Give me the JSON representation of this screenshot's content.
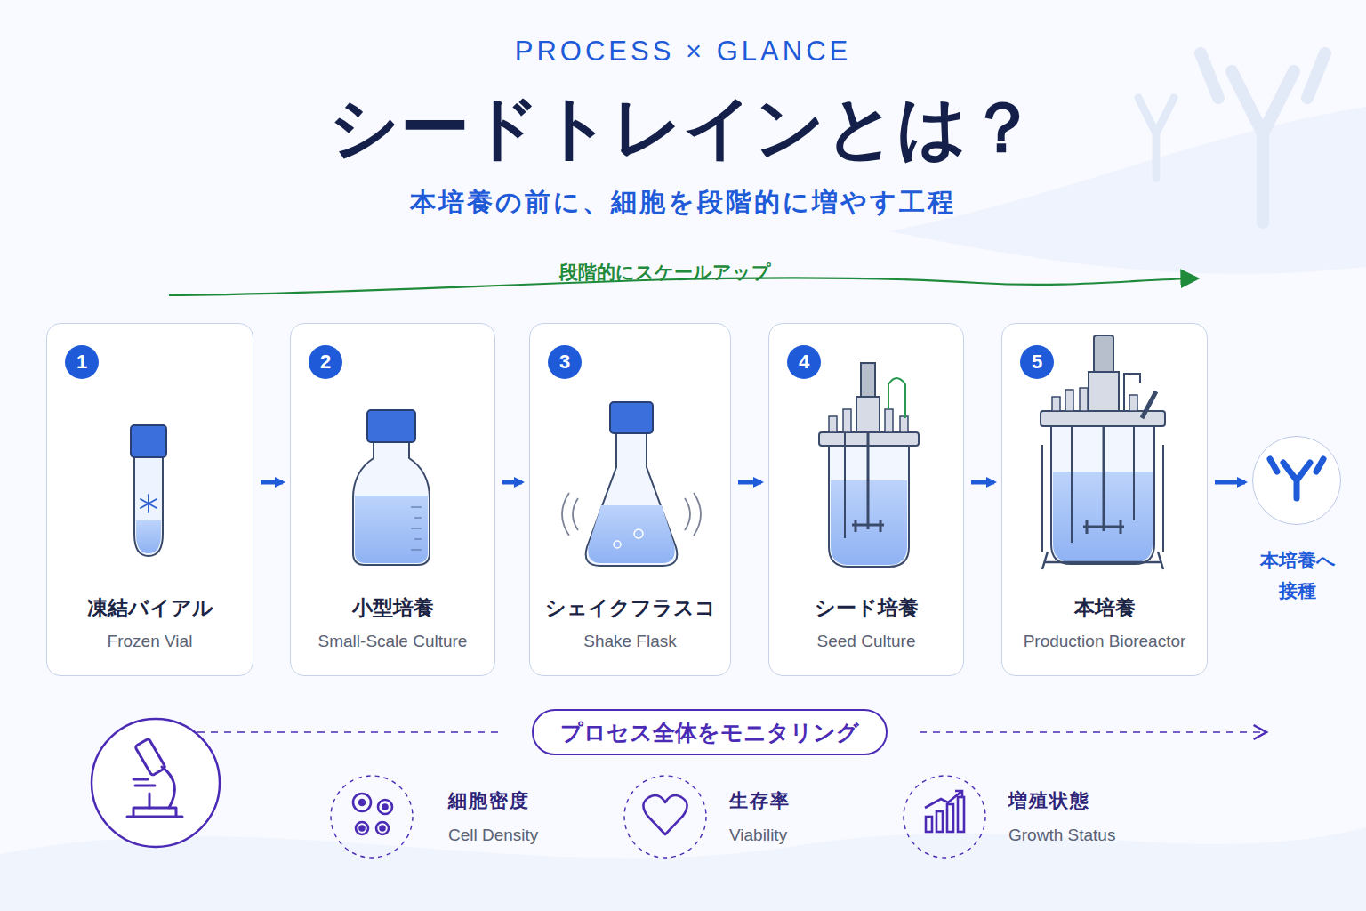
{
  "diagram": {
    "title": "シードトレインとは？",
    "nodes": [
      {
        "text": [
          "1",
          "凍結バイアル",
          "Frozen Vial"
        ]
      },
      {
        "text": [
          "2",
          "小型培養",
          "Small-Scale Culture"
        ]
      },
      {
        "text": [
          "3",
          "シェイクフラスコ",
          "Shake Flask"
        ]
      },
      {
        "text": [
          "4",
          "シード培養",
          "Seed Culture"
        ]
      },
      {
        "text": [
          "5",
          "本培養",
          "Production Bioreactor"
        ]
      },
      {
        "text": [
          "本培養へ 接種"
        ]
      },
      {
        "text": [
          "プロセス全体をモニタリング"
        ]
      },
      {
        "text": [
          "細胞密度",
          "Cell Density"
        ]
      },
      {
        "text": [
          "生存率",
          "Viability"
        ]
      },
      {
        "text": [
          "増殖状態",
          "Growth Status"
        ]
      }
    ],
    "edges": [
      {
        "from": 0,
        "to": 1,
        "arrow": "to"
      },
      {
        "from": 1,
        "to": 2,
        "arrow": "to"
      },
      {
        "from": 2,
        "to": 3,
        "arrow": "to"
      },
      {
        "from": 3,
        "to": 4,
        "arrow": "to"
      },
      {
        "from": 4,
        "to": 5,
        "arrow": "to"
      }
    ],
    "labels": [
      "PROCESS × GLANCE",
      "本培養の前に、細胞を段階的に増やす工程",
      "段階的にスケールアップ"
    ]
  }
}
